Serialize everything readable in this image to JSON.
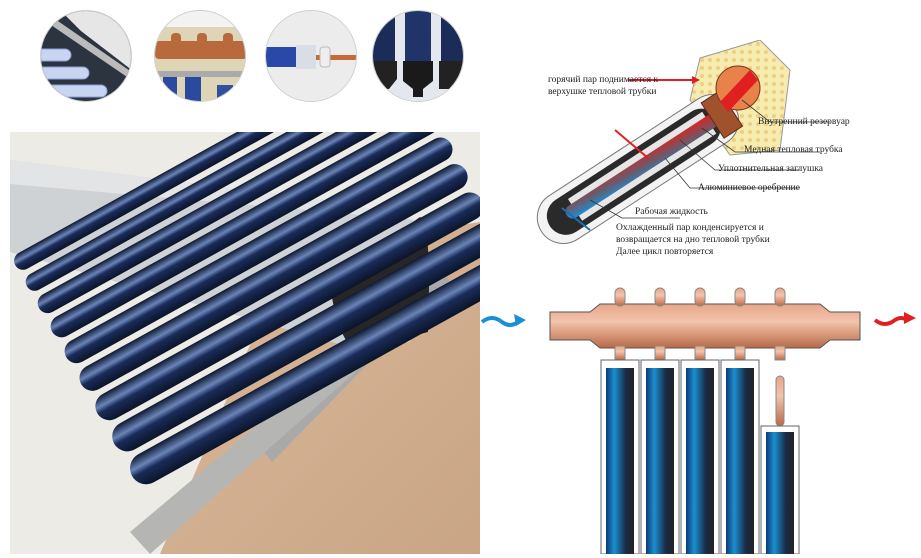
{
  "thumbnails": [
    {
      "name": "absorber-tubes-closeup"
    },
    {
      "name": "copper-manifold-closeup"
    },
    {
      "name": "heat-pipe-tube-closeup"
    },
    {
      "name": "tube-end-caps-closeup"
    }
  ],
  "photo": {
    "name": "solar-collector-photo"
  },
  "heat_pipe_diagram": {
    "labels": {
      "hot_vapor_line1": "горячий пар поднимается к",
      "hot_vapor_line2": "верхушке тепловой трубки",
      "inner_reservoir": "Внутренний резервуар",
      "copper_heat_pipe": "Медная тепловая трубка",
      "sealing_plug": "Уплотнительная заглушка",
      "aluminum_fins": "Алюминиевое оребрение",
      "working_fluid": "Рабочая жидкость",
      "condensed_line1": "Охлажденный пар конденсируется и",
      "condensed_line2": "возвращается на дно тепловой трубки",
      "condensed_line3": "Далее цикл повторяется"
    },
    "colors": {
      "hot": "#e02020",
      "cold": "#1a8fd8",
      "copper": "#b8683a",
      "insulation": "#f3e7a6"
    }
  },
  "manifold_diagram": {
    "tube_count": 5,
    "inlet_color": "#1a8fd8",
    "outlet_color": "#e02020"
  }
}
